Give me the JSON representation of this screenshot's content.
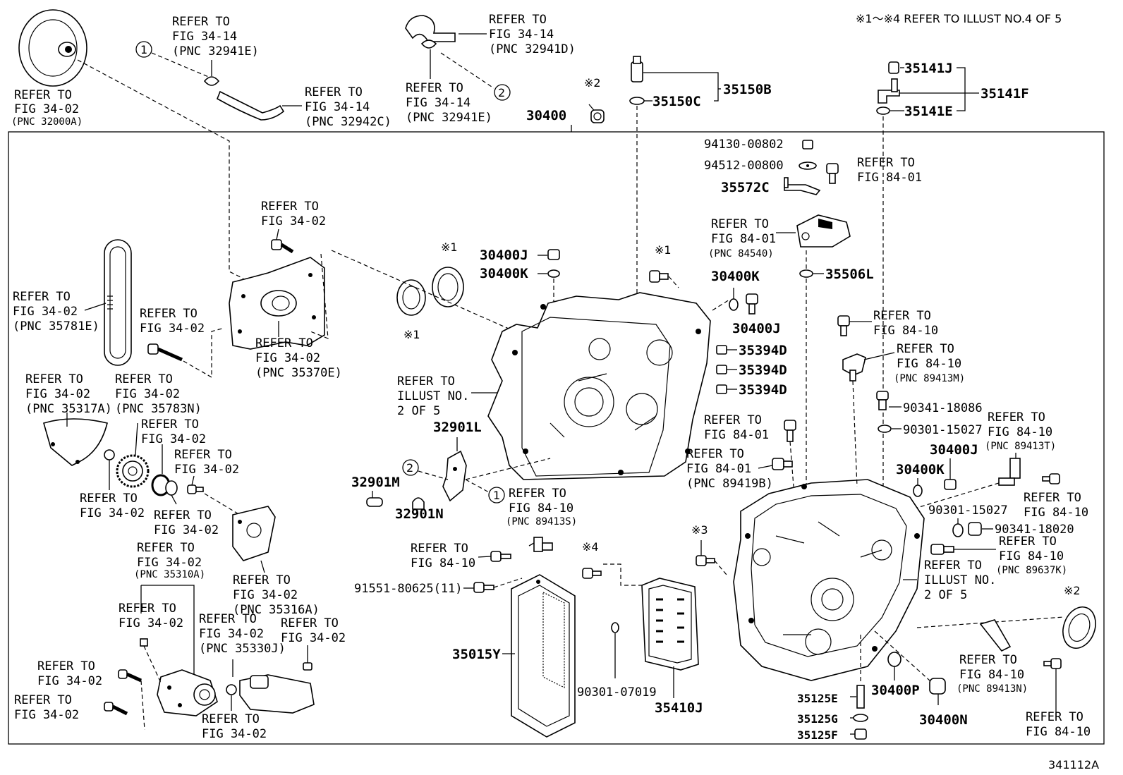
{
  "header": {
    "ref_note": "※1～※4 REFER TO ILLUST NO.4 OF 5",
    "illust_id": "341112A",
    "main_pn": "30400"
  },
  "callouts": {
    "c1": "1",
    "c2": "2",
    "m1": "※1",
    "m2": "※2",
    "m3": "※3",
    "m4": "※4"
  },
  "labels": {
    "ref_to": "REFER TO",
    "illust_no": "ILLUST NO.",
    "two_of_five": "2 OF 5",
    "fig_3414": "FIG 34-14",
    "fig_3402": "FIG 34-02",
    "fig_8401": "FIG 84-01",
    "fig_8410": "FIG 84-10",
    "pnc_32941E": "(PNC 32941E)",
    "pnc_32941D": "(PNC 32941D)",
    "pnc_32942C": "(PNC 32942C)",
    "pnc_32000A": "(PNC 32000A)",
    "pnc_35781E": "(PNC 35781E)",
    "pnc_35370E": "(PNC 35370E)",
    "pnc_35317A": "(PNC 35317A)",
    "pnc_35783N": "(PNC 35783N)",
    "pnc_35310A": "(PNC 35310A)",
    "pnc_35316A": "(PNC 35316A)",
    "pnc_35330J": "(PNC 35330J)",
    "pnc_84540": "(PNC 84540)",
    "pnc_89413M": "(PNC 89413M)",
    "pnc_89413T": "(PNC 89413T)",
    "pnc_89419B": "(PNC 89419B)",
    "pnc_89413S": "(PNC 89413S)",
    "pnc_89637K": "(PNC 89637K)",
    "pnc_89413N": "(PNC 89413N)"
  },
  "parts": {
    "p35150B": "35150B",
    "p35150C": "35150C",
    "p35141J": "35141J",
    "p35141F": "35141F",
    "p35141E": "35141E",
    "p94130": "94130-00802",
    "p94512": "94512-00800",
    "p35572C": "35572C",
    "p30400J": "30400J",
    "p30400K": "30400K",
    "p35506L": "35506L",
    "p35394D": "35394D",
    "p32901L": "32901L",
    "p32901M": "32901M",
    "p32901N": "32901N",
    "p90341_18086": "90341-18086",
    "p90301_15027": "90301-15027",
    "p90341_18020": "90341-18020",
    "p91551": "91551-80625(11)",
    "p35015Y": "35015Y",
    "p90301_07019": "90301-07019",
    "p35410J": "35410J",
    "p35125E": "35125E",
    "p35125G": "35125G",
    "p35125F": "35125F",
    "p30400P": "30400P",
    "p30400N": "30400N"
  }
}
